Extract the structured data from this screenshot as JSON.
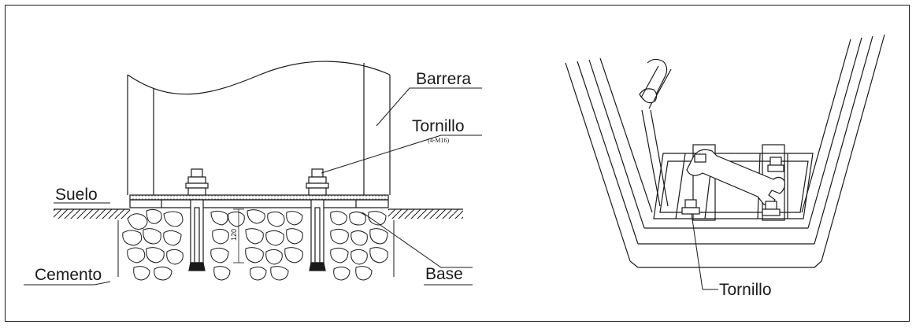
{
  "left_diagram": {
    "labels": {
      "barrera": "Barrera",
      "tornillo": "Tornillo",
      "tornillo_spec": "(4-M16)",
      "suelo": "Suelo",
      "cemento": "Cemento",
      "base": "Base",
      "depth": "120"
    }
  },
  "right_diagram": {
    "labels": {
      "tornillo": "Tornillo"
    }
  },
  "colors": {
    "line": "#1a1a1a",
    "background": "#ffffff"
  }
}
